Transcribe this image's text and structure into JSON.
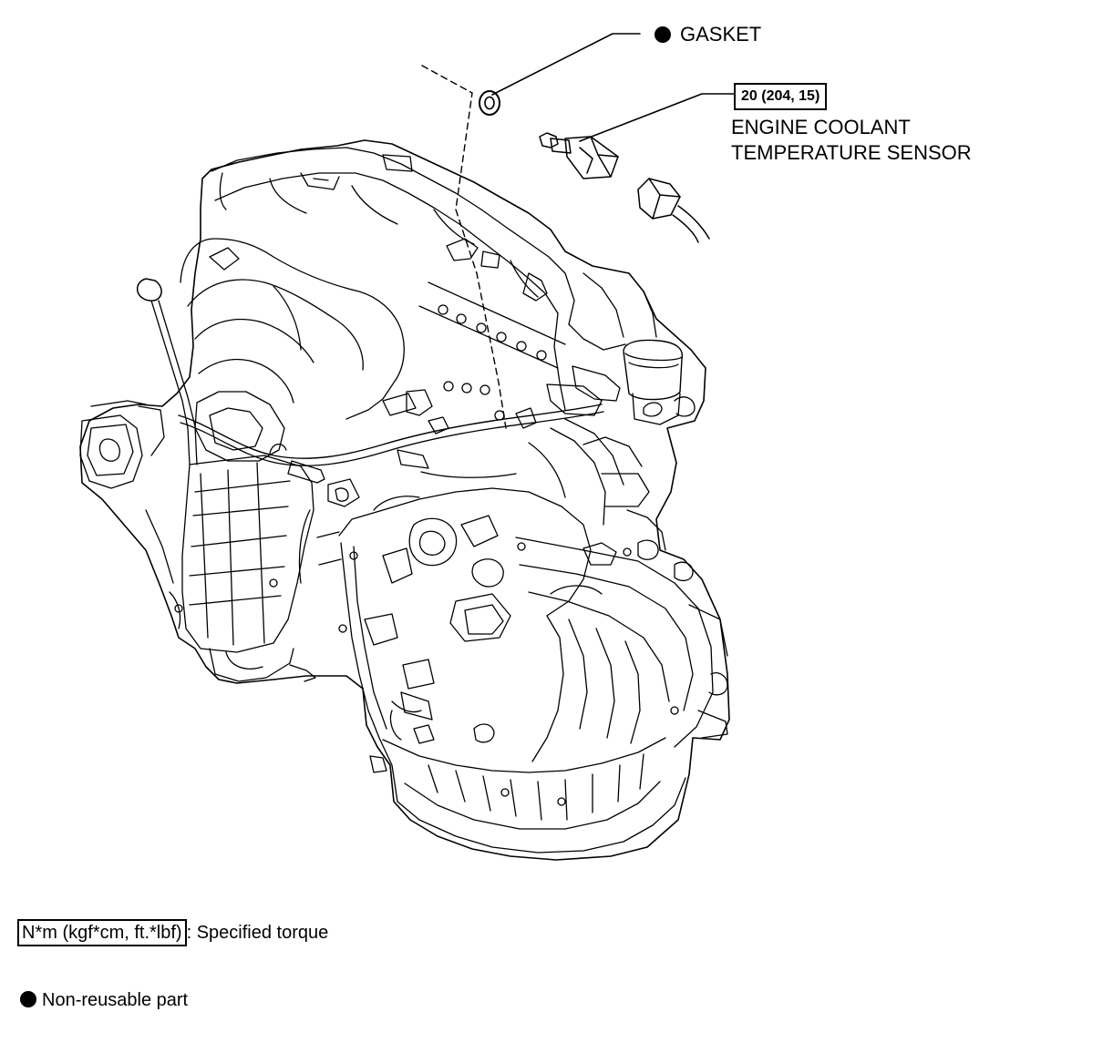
{
  "callouts": {
    "gasket": "GASKET",
    "torque_value": "20 (204, 15)",
    "sensor_line1": "ENGINE COOLANT",
    "sensor_line2": "TEMPERATURE SENSOR"
  },
  "legend": {
    "torque_unit": "N*m (kgf*cm, ft.*lbf)",
    "torque_desc": ": Specified torque",
    "nonreusable": "Non-reusable part"
  },
  "icons": {
    "bullet": "filled-circle-icon"
  }
}
